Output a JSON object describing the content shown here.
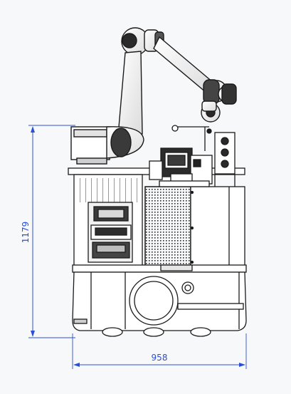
{
  "drawing": {
    "type": "technical side-view line drawing",
    "line_color": "#1b1b1b",
    "fill_color": "#ffffff",
    "dimension_color": "#2b4fd6",
    "background": "#f7f8fa"
  },
  "dimensions": {
    "height_value": "1179",
    "width_value": "958"
  }
}
